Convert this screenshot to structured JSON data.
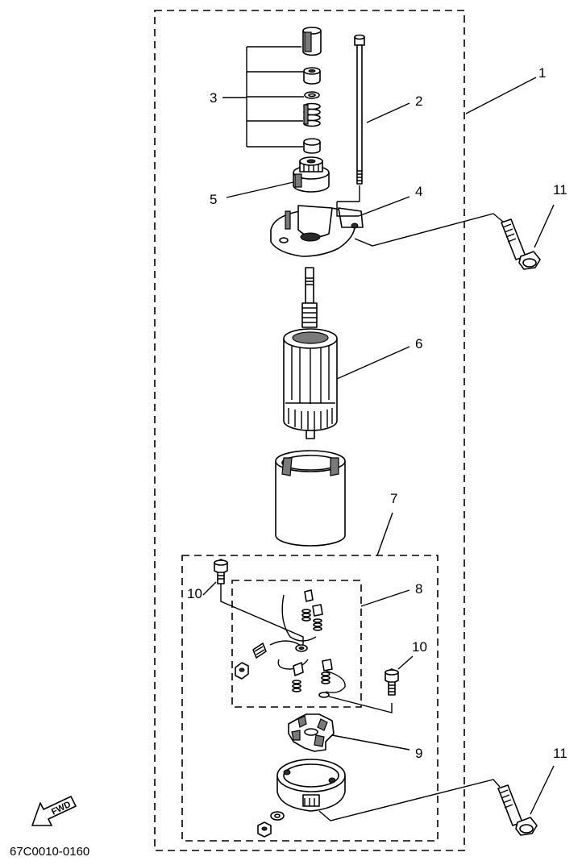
{
  "diagram": {
    "callouts": {
      "c1": "1",
      "c2": "2",
      "c3": "3",
      "c4": "4",
      "c5": "5",
      "c6": "6",
      "c7": "7",
      "c8": "8",
      "c9": "9",
      "c10a": "10",
      "c10b": "10",
      "c11a": "11",
      "c11b": "11"
    },
    "fwd_label": "FWD",
    "figure_code": "67C0010-0160"
  }
}
